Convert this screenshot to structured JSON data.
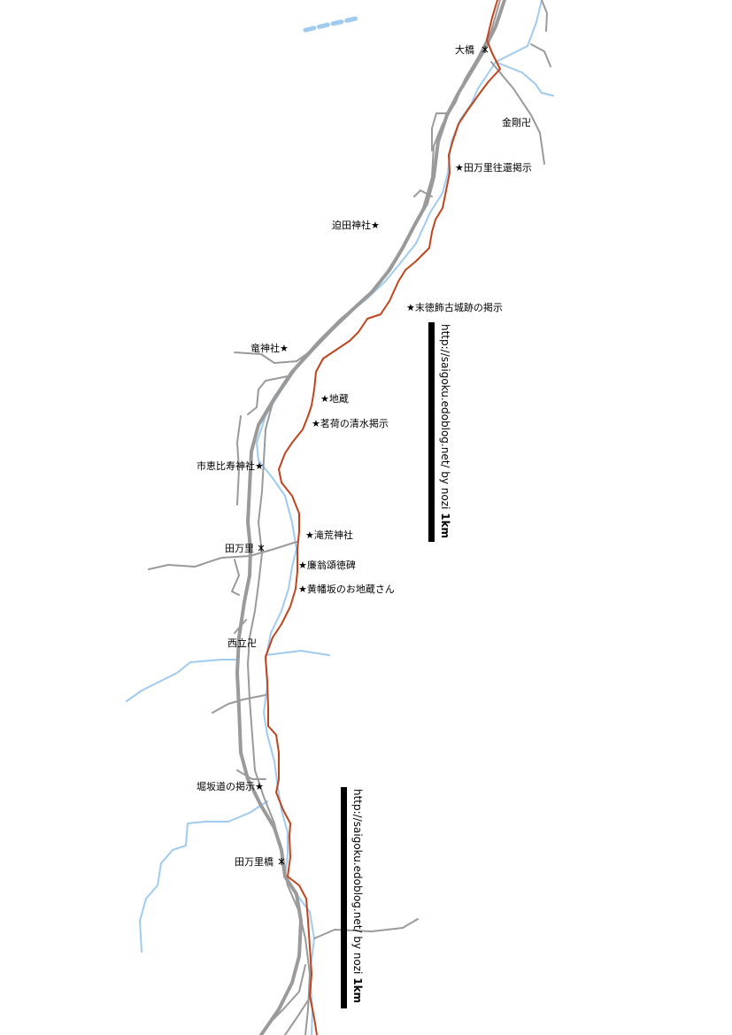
{
  "colors": {
    "road": "#9a9a9a",
    "river": "#9fcbf0",
    "route": "#c0441c",
    "background": "#ffffff"
  },
  "labels": {
    "ohashi": "大橋",
    "kongo": "金剛卍",
    "tamari_ouraku": "★田万里往還掲示",
    "sakoda_jinja": "迫田神社★",
    "suetoku": "★末徳飾古城跡の掲示",
    "ryujin_jinja": "竜神社★",
    "jizo": "★地蔵",
    "myoga": "★茗荷の清水掲示",
    "ichiebisu": "市恵比寿神社★",
    "takiara": "★滝荒神社",
    "tamari": "田万里",
    "renou": "★廉翁頌徳碑",
    "kiharazaka": "★黄幡坂のお地蔵さん",
    "nishiryu": "西立卍",
    "horisaka": "堀坂道の掲示★",
    "tamari_bashi": "田万里橋"
  },
  "icons": {
    "bridge_marker": "bridge-icon"
  },
  "scale_bars": [
    {
      "text": "http://saigoku.edoblog.net/ by nozi",
      "unit": "1km"
    },
    {
      "text": "http://saigoku.edoblog.net/ by nozi",
      "unit": "1km"
    }
  ]
}
